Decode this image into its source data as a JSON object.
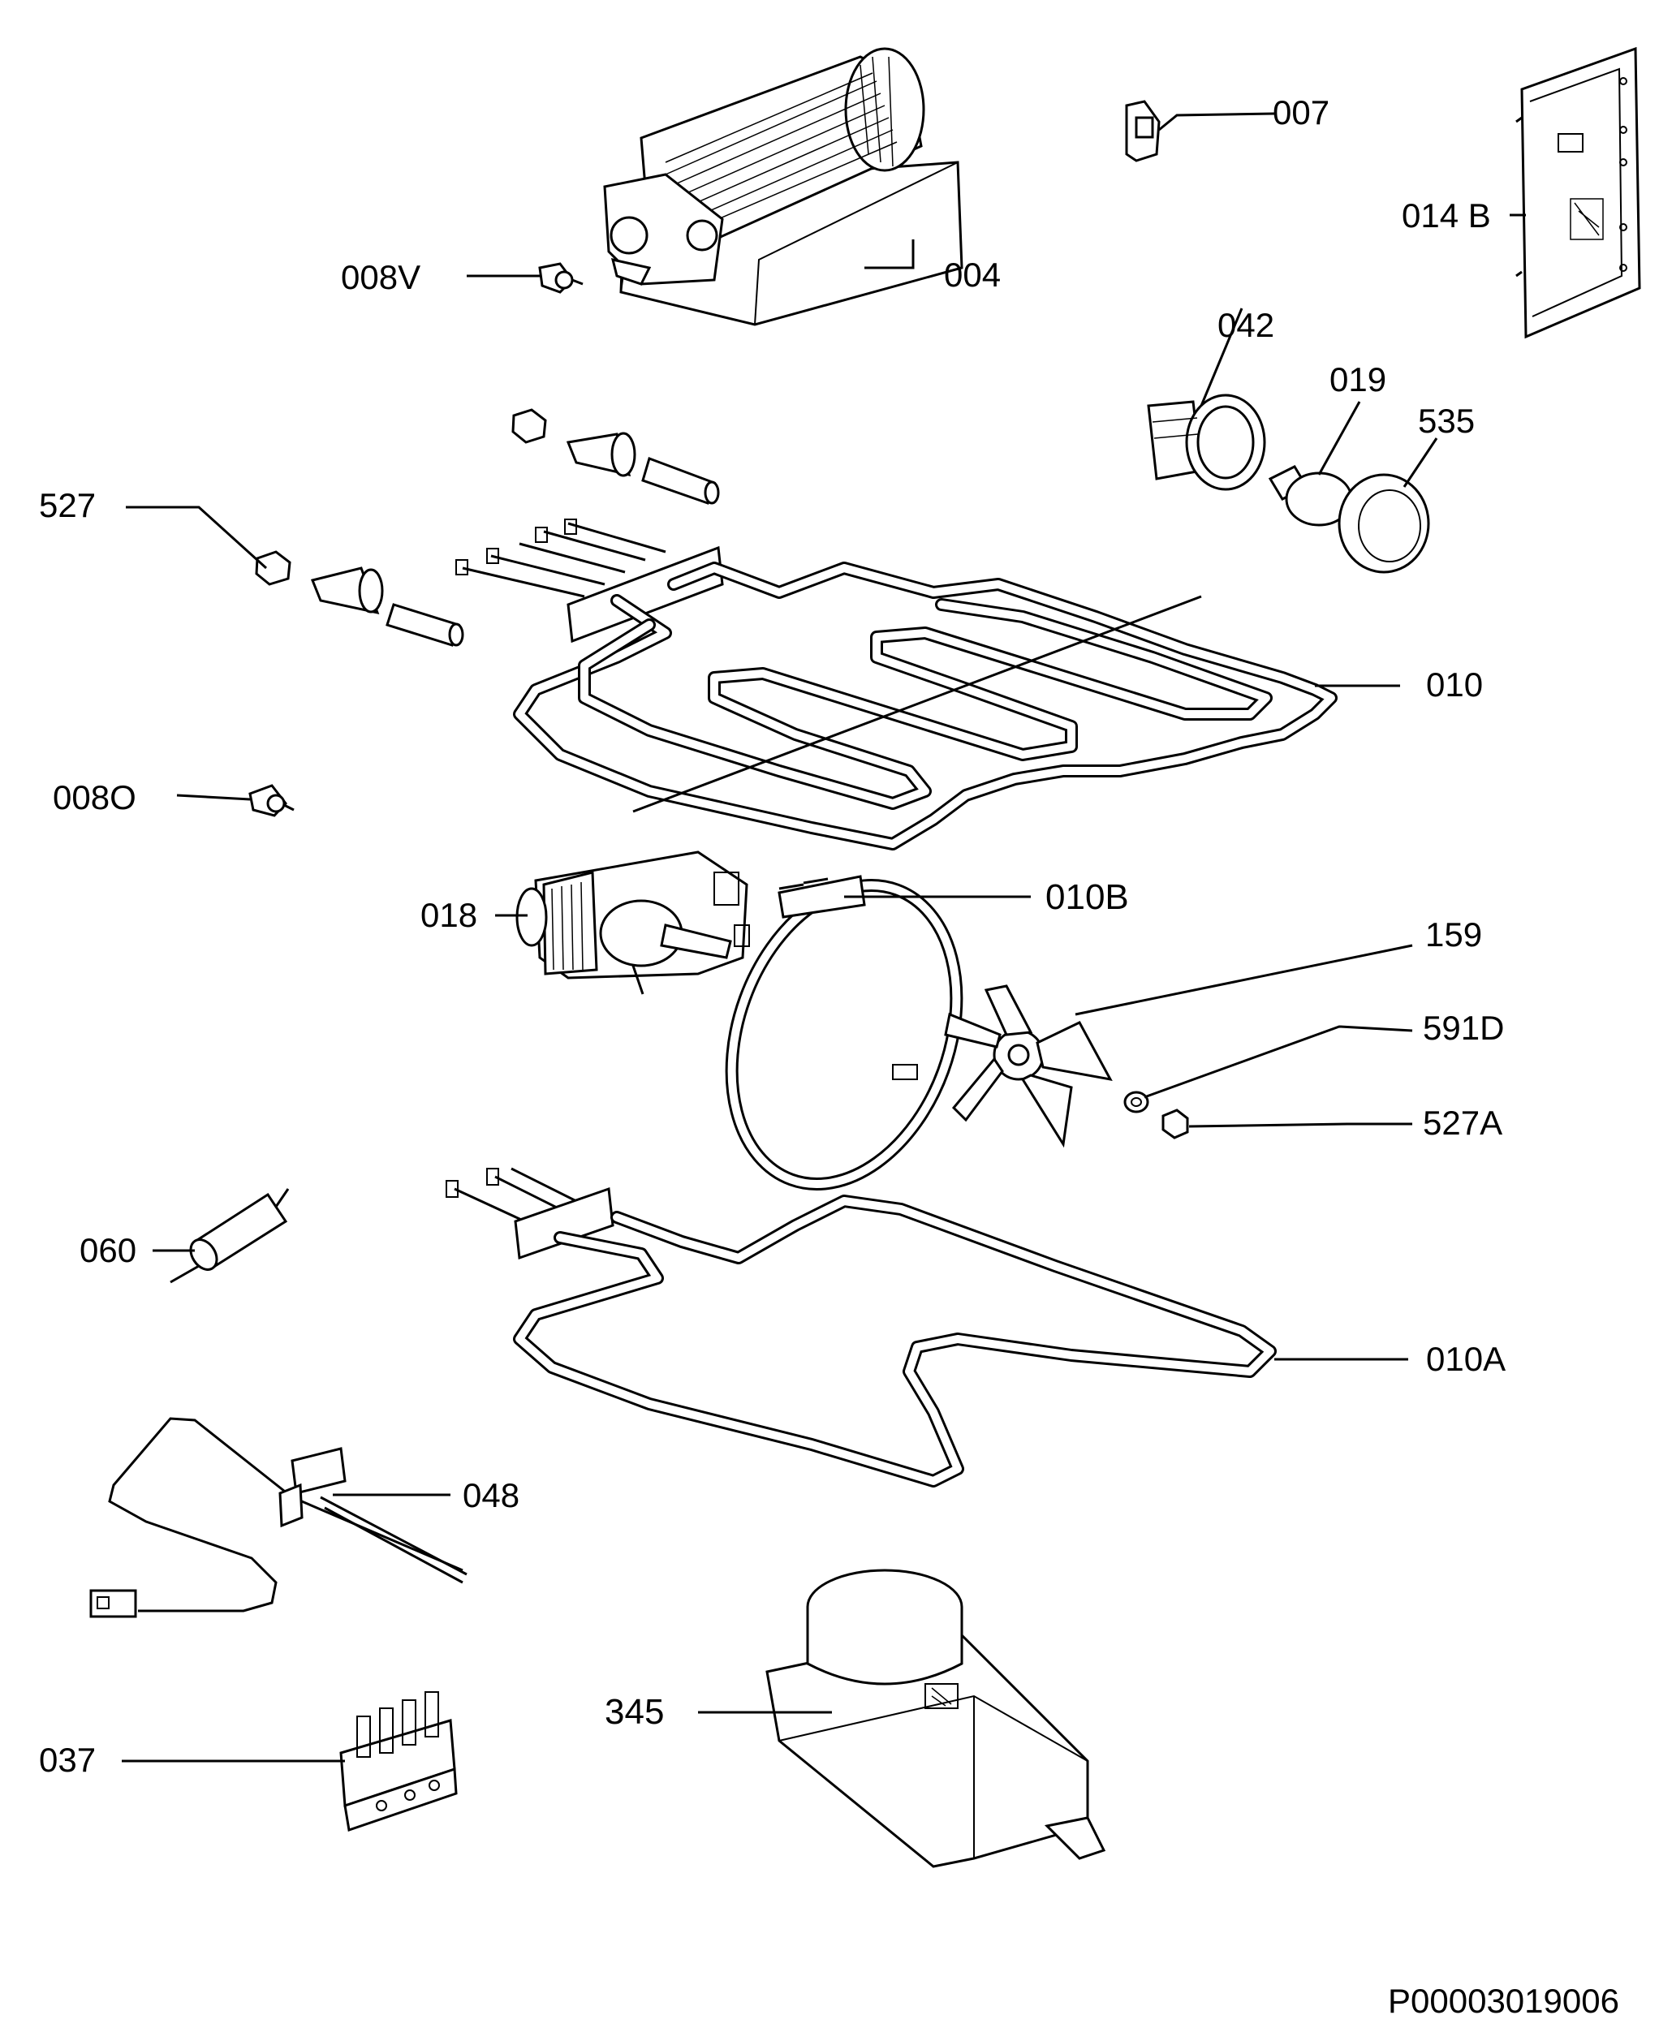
{
  "diagram_code": "P00003019006",
  "parts": [
    {
      "id": "heater-fan-assembly",
      "label": "004"
    },
    {
      "id": "switch-small",
      "label": "007"
    },
    {
      "id": "thermostat-fan",
      "label": "008V"
    },
    {
      "id": "thermostat-oven",
      "label": "008O"
    },
    {
      "id": "circuit-board",
      "label": "014 B"
    },
    {
      "id": "lamp-holder",
      "label": "042"
    },
    {
      "id": "lamp-bulb",
      "label": "019"
    },
    {
      "id": "lamp-cover",
      "label": "535"
    },
    {
      "id": "nut-insulator",
      "label": "527"
    },
    {
      "id": "upper-heating-element",
      "label": "010"
    },
    {
      "id": "fan-motor",
      "label": "018"
    },
    {
      "id": "circular-element",
      "label": "010B"
    },
    {
      "id": "fan-blade",
      "label": "159"
    },
    {
      "id": "washer",
      "label": "591D"
    },
    {
      "id": "fan-nut",
      "label": "527A"
    },
    {
      "id": "capacitor",
      "label": "060"
    },
    {
      "id": "lower-heating-element",
      "label": "010A"
    },
    {
      "id": "temperature-sensor",
      "label": "048"
    },
    {
      "id": "terminal-block",
      "label": "037"
    },
    {
      "id": "timer",
      "label": "345"
    }
  ]
}
